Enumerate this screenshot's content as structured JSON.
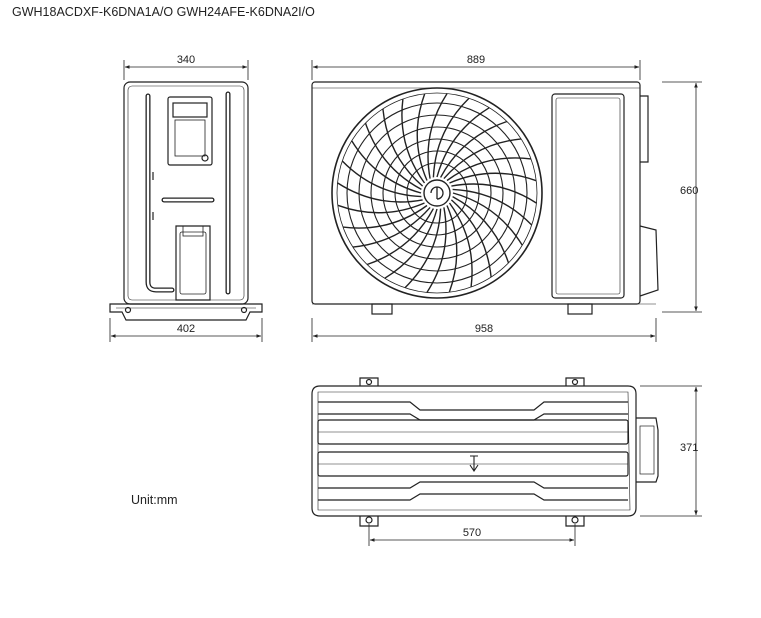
{
  "title": "GWH18ACDXF-K6DNA1A/O GWH24AFE-K6DNA2I/O",
  "unit_label": "Unit:mm",
  "dimensions": {
    "side_depth_top": "340",
    "side_depth_base": "402",
    "front_width_body": "889",
    "front_width_overall": "958",
    "front_height": "660",
    "top_depth": "371",
    "mounting_hole_span": "570"
  }
}
